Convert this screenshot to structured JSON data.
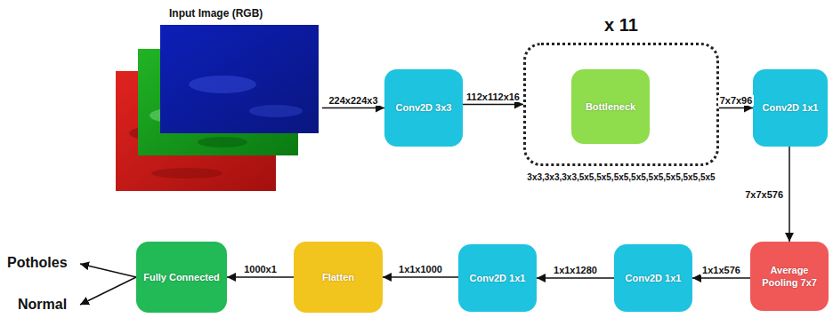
{
  "diagram": {
    "nodes": [
      {
        "text": [
          "Input Image (RGB)"
        ]
      },
      {
        "text": [
          "Conv2D 3x3"
        ]
      },
      {
        "text": [
          "x 11"
        ]
      },
      {
        "text": [
          "Bottleneck"
        ],
        "in": 2
      },
      {
        "text": [
          "Conv2D 1x1"
        ]
      },
      {
        "text": [
          "Average Pooling 7x7"
        ]
      },
      {
        "text": [
          "Conv2D 1x1"
        ]
      },
      {
        "text": [
          "Conv2D 1x1"
        ]
      },
      {
        "text": [
          "Flatten"
        ]
      },
      {
        "text": [
          "Fully Connected"
        ]
      }
    ],
    "edges": [
      {
        "from": 0,
        "to": 1,
        "label": "224x224x3",
        "arrow": "to"
      },
      {
        "from": 1,
        "to": 2,
        "label": "112x112x16",
        "arrow": "to"
      },
      {
        "from": 2,
        "to": 4,
        "label": "7x7x96",
        "arrow": "to"
      },
      {
        "from": 4,
        "to": 5,
        "label": "7x7x576",
        "arrow": "to"
      },
      {
        "from": 5,
        "to": 6,
        "label": "1x1x576",
        "arrow": "to"
      },
      {
        "from": 6,
        "to": 7,
        "label": "1x1x1280",
        "arrow": "to"
      },
      {
        "from": 7,
        "to": 8,
        "label": "1x1x1000",
        "arrow": "to"
      },
      {
        "from": 8,
        "to": 9,
        "label": "1000x1",
        "arrow": "to"
      }
    ],
    "labels": [
      "3x3,3x3,3x3,5x5,5x5,5x5,5x5,5x5,5x5,5x5,5x5",
      "Potholes",
      "Normal"
    ]
  }
}
